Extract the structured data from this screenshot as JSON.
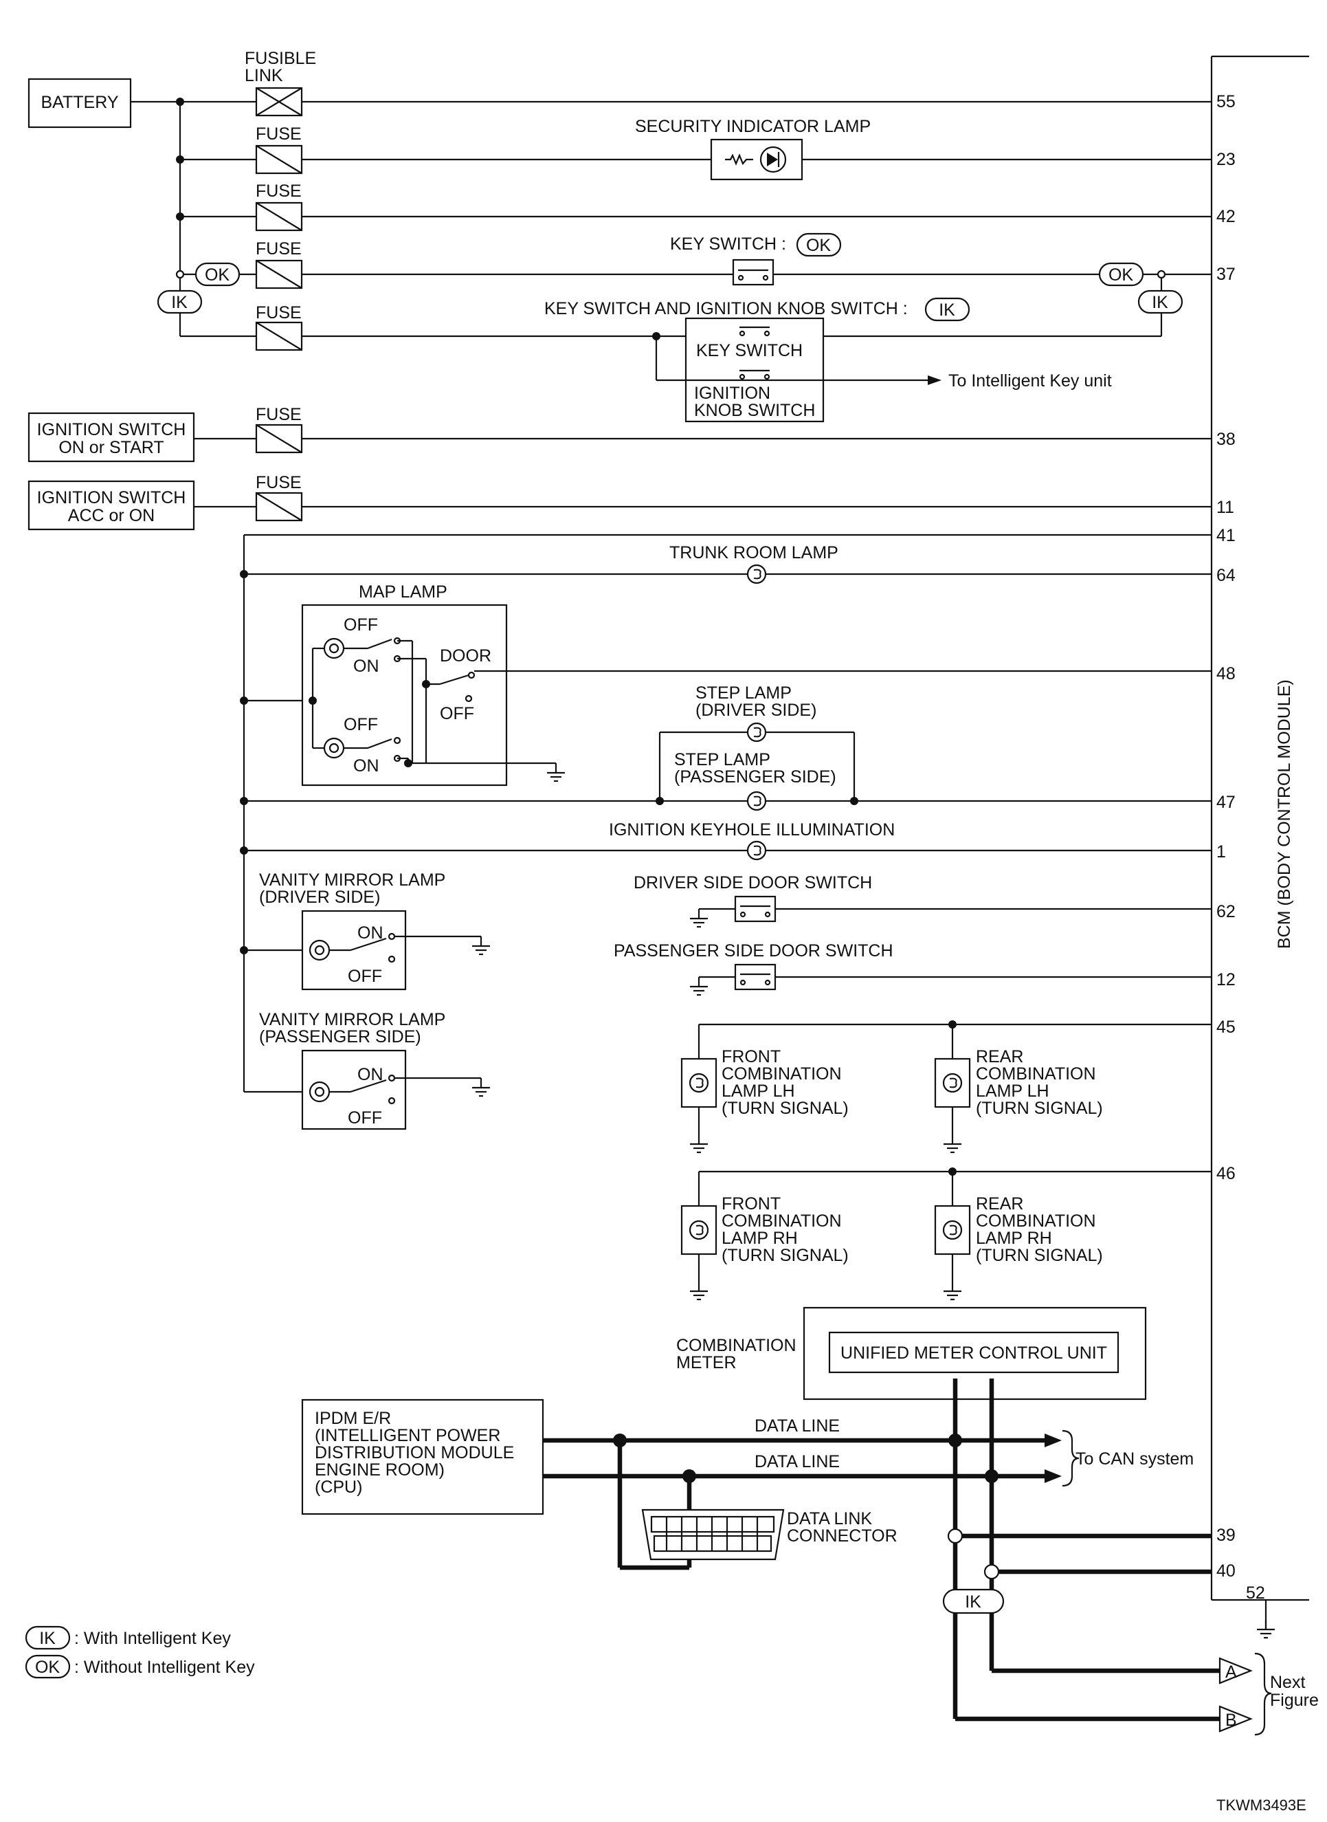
{
  "battery": "BATTERY",
  "fusible_link": [
    "FUSIBLE",
    "LINK"
  ],
  "fuse": "FUSE",
  "ok": "OK",
  "ik": "IK",
  "ign_on_start": [
    "IGNITION SWITCH",
    "ON or START"
  ],
  "ign_acc_on": [
    "IGNITION SWITCH",
    "ACC or ON"
  ],
  "security_lamp": "SECURITY INDICATOR LAMP",
  "key_switch_ok": "KEY SWITCH :",
  "key_knob_ik": "KEY SWITCH AND IGNITION KNOB SWITCH :",
  "key_switch": "KEY SWITCH",
  "ignition_knob_switch": [
    "IGNITION",
    "KNOB SWITCH"
  ],
  "to_ik_unit": "To Intelligent Key unit",
  "trunk_lamp": "TRUNK ROOM LAMP",
  "map_lamp": "MAP LAMP",
  "off": "OFF",
  "on": "ON",
  "door": "DOOR",
  "step_driver": [
    "STEP LAMP",
    "(DRIVER SIDE)"
  ],
  "step_passenger": [
    "STEP LAMP",
    "(PASSENGER SIDE)"
  ],
  "keyhole": "IGNITION KEYHOLE ILLUMINATION",
  "driver_door_sw": "DRIVER SIDE DOOR SWITCH",
  "passenger_door_sw": "PASSENGER SIDE DOOR SWITCH",
  "vanity_driver": [
    "VANITY MIRROR LAMP",
    "(DRIVER SIDE)"
  ],
  "vanity_passenger": [
    "VANITY MIRROR LAMP",
    "(PASSENGER SIDE)"
  ],
  "front_lh": [
    "FRONT",
    "COMBINATION",
    "LAMP LH",
    "(TURN SIGNAL)"
  ],
  "rear_lh": [
    "REAR",
    "COMBINATION",
    "LAMP LH",
    "(TURN SIGNAL)"
  ],
  "front_rh": [
    "FRONT",
    "COMBINATION",
    "LAMP RH",
    "(TURN SIGNAL)"
  ],
  "rear_rh": [
    "REAR",
    "COMBINATION",
    "LAMP RH",
    "(TURN SIGNAL)"
  ],
  "combination_meter": [
    "COMBINATION",
    "METER"
  ],
  "unified_meter": "UNIFIED METER CONTROL UNIT",
  "ipdm": [
    "IPDM E/R",
    "(INTELLIGENT POWER",
    " DISTRIBUTION MODULE",
    " ENGINE ROOM)",
    "(CPU)"
  ],
  "data_line": "DATA LINE",
  "to_can": "To CAN system",
  "dlc": [
    "DATA LINK",
    "CONNECTOR"
  ],
  "bcm": "BCM (BODY CONTROL MODULE)",
  "pins": {
    "p55": "55",
    "p23": "23",
    "p42": "42",
    "p37": "37",
    "p38": "38",
    "p11": "11",
    "p41": "41",
    "p64": "64",
    "p48": "48",
    "p47": "47",
    "p1": "1",
    "p62": "62",
    "p12": "12",
    "p45": "45",
    "p46": "46",
    "p39": "39",
    "p40": "40",
    "p52": "52"
  },
  "next_a": "A",
  "next_b": "B",
  "next_figure": [
    "Next",
    "Figure"
  ],
  "legend_ik": ": With Intelligent Key",
  "legend_ok": ": Without Intelligent Key",
  "figure_code": "TKWM3493E"
}
